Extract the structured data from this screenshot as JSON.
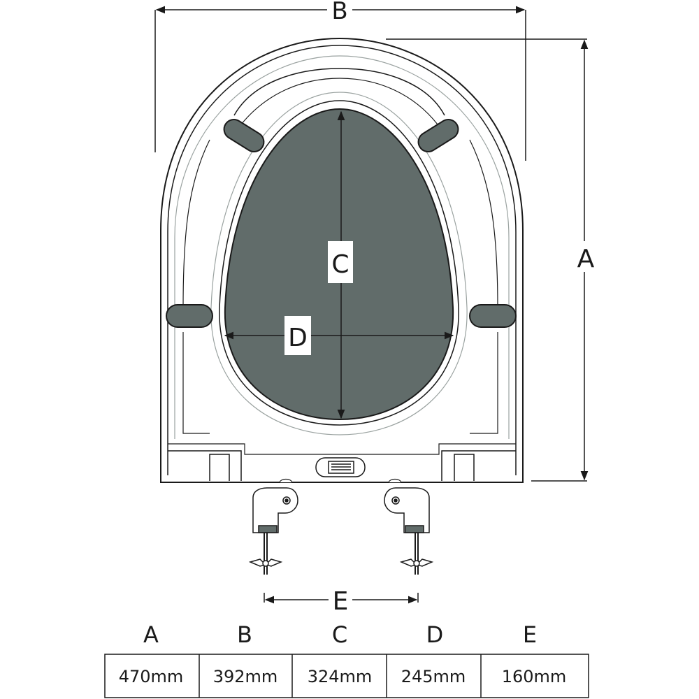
{
  "dimensions": {
    "a": "A",
    "b": "B",
    "c": "C",
    "d": "D",
    "e": "E"
  },
  "table": {
    "headers": [
      "A",
      "B",
      "C",
      "D",
      "E"
    ],
    "values": [
      "470mm",
      "392mm",
      "324mm",
      "245mm",
      "160mm"
    ]
  },
  "colors": {
    "line": "#1a1a1a",
    "seat_opening": "#616c6a",
    "bumper": "#616c6a",
    "background": "#ffffff"
  }
}
